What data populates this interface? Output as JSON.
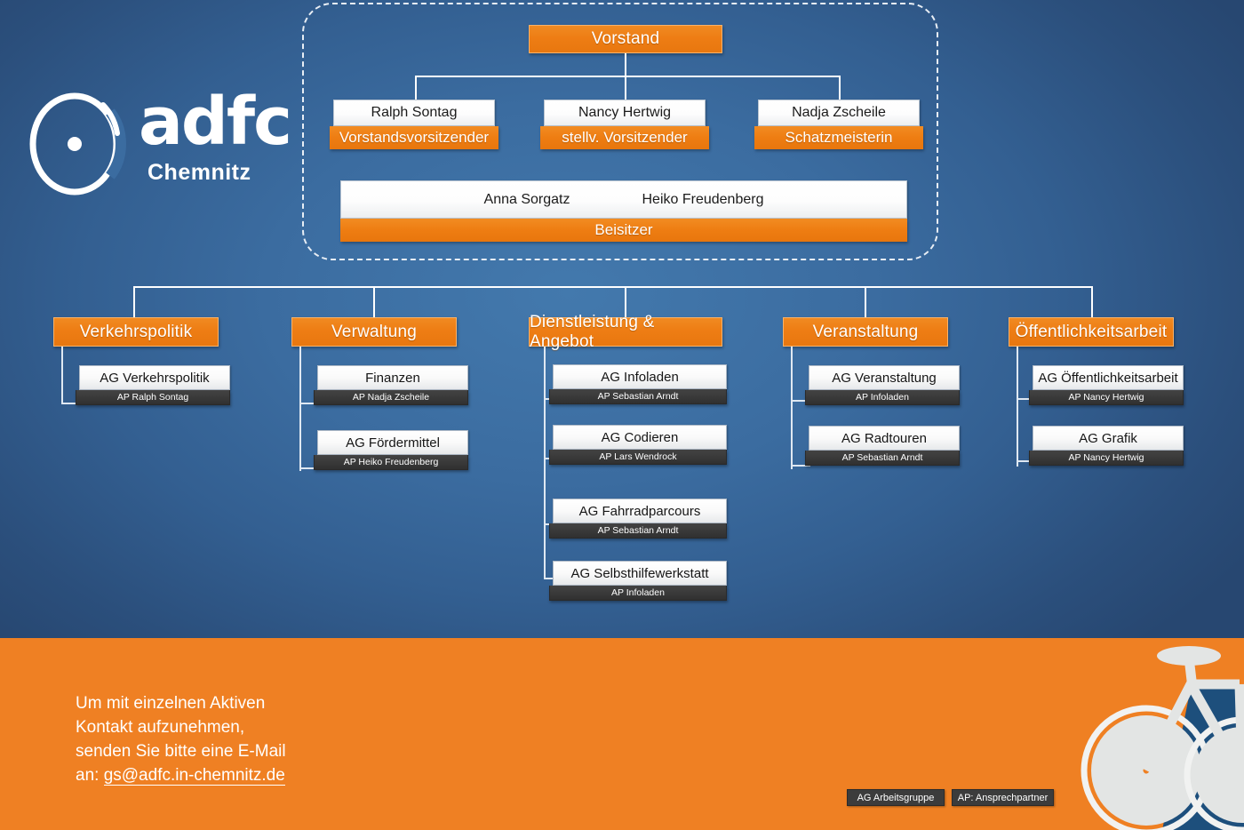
{
  "logo": {
    "wordmark": "adfc",
    "city": "Chemnitz",
    "icon": "adfc-wheel-logo"
  },
  "board": {
    "root": {
      "label": "Vorstand"
    },
    "members": [
      {
        "name": "Ralph Sontag",
        "role": "Vorstandsvorsitzender"
      },
      {
        "name": "Nancy Hertwig",
        "role": "stellv. Vorsitzender"
      },
      {
        "name": "Nadja Zscheile",
        "role": "Schatzmeisterin"
      }
    ],
    "assessors": {
      "names": [
        "Anna Sorgatz",
        "Heiko Freudenberg"
      ],
      "role": "Beisitzer"
    }
  },
  "departments": [
    {
      "label": "Verkehrspolitik",
      "groups": [
        {
          "ag": "AG Verkehrspolitik",
          "ap": "AP Ralph Sontag"
        }
      ]
    },
    {
      "label": "Verwaltung",
      "groups": [
        {
          "ag": "Finanzen",
          "ap": "AP Nadja Zscheile"
        },
        {
          "ag": "AG Fördermittel",
          "ap": "AP  Heiko Freudenberg"
        }
      ]
    },
    {
      "label": "Dienstleistung & Angebot",
      "groups": [
        {
          "ag": "AG Infoladen",
          "ap": "AP Sebastian Arndt"
        },
        {
          "ag": "AG Codieren",
          "ap": "AP Lars Wendrock"
        },
        {
          "ag": "AG Fahrradparcours",
          "ap": "AP Sebastian Arndt"
        },
        {
          "ag": "AG Selbsthilfewerkstatt",
          "ap": "AP Infoladen"
        }
      ]
    },
    {
      "label": "Veranstaltung",
      "groups": [
        {
          "ag": "AG Veranstaltung",
          "ap": "AP Infoladen"
        },
        {
          "ag": "AG Radtouren",
          "ap": "AP Sebastian Arndt"
        }
      ]
    },
    {
      "label": "Öffentlichkeitsarbeit",
      "groups": [
        {
          "ag": "AG Öffentlichkeitsarbeit",
          "ap": "AP Nancy Hertwig"
        },
        {
          "ag": "AG Grafik",
          "ap": "AP Nancy Hertwig"
        }
      ]
    }
  ],
  "footer": {
    "line1": "Um mit einzelnen Aktiven",
    "line2": "Kontakt aufzunehmen,",
    "line3": "senden Sie bitte eine E-Mail",
    "line4_prefix": "an: ",
    "email": "gs@adfc.in-chemnitz.de",
    "legend": [
      {
        "label": "AG Arbeitsgruppe"
      },
      {
        "label": "AP: Ansprechpartner"
      }
    ],
    "bike_icon": "bicycle-icon"
  },
  "colors": {
    "orange": "#ee7d14",
    "footer_orange": "#ef8023",
    "blue_mid": "#3b6ca0",
    "blue_dark": "#274771",
    "panel_dark_blue": "#1d4f7c",
    "ap_strip": "#3a3a3a",
    "white": "#ffffff"
  }
}
